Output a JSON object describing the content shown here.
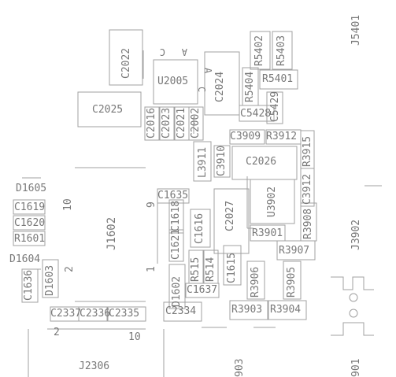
{
  "colors": {
    "background": "#ffffff",
    "silkscreen": "#787878",
    "outline": "#a0a0a0"
  },
  "labels": {
    "C2022": "C2022",
    "U2005": "U2005",
    "C2024": "C2024",
    "R5402": "R5402",
    "R5403": "R5403",
    "R5401": "R5401",
    "R5404": "R5404",
    "C5428": "C5428",
    "C5429": "C5429",
    "J5401": "J5401",
    "C2025": "C2025",
    "C2016": "C2016",
    "C2023": "C2023",
    "C2021": "C2021",
    "C2002": "C2002",
    "C3909": "C3909",
    "R3912": "R3912",
    "R3915": "R3915",
    "L3911": "L3911",
    "C3910": "C3910",
    "C2026": "C2026",
    "C3912": "C3912",
    "U3902": "U3902",
    "R3908": "R3908",
    "D1605": "D1605",
    "C1619": "C1619",
    "C1620": "C1620",
    "R1601": "R1601",
    "D1604": "D1604",
    "C1636": "C1636",
    "D1603": "D1603",
    "J1602": "J1602",
    "C1635": "C1635",
    "C1618": "C1618",
    "C1616": "C1616",
    "C2027": "C2027",
    "R3901": "R3901",
    "R3907": "R3907",
    "J3902": "J3902",
    "C1621": "C1621",
    "R515": "R515",
    "R514": "R514",
    "C1615": "C1615",
    "R3906": "R3906",
    "R3905": "R3905",
    "D1602": "D1602",
    "C1637": "C1637",
    "C2334": "C2334",
    "R3903": "R3903",
    "R3904": "R3904",
    "C2337": "C2337",
    "C2336": "C2336",
    "C2335": "C2335",
    "J2306": "J2306",
    "ref_903": "903",
    "ref_901": "901"
  },
  "pins": {
    "p10_left": "10",
    "p9": "9",
    "p2_left": "2",
    "p1": "1",
    "p2_bottom": "2",
    "p10_bottom": "10",
    "pin_a_mark": "A",
    "pin_c_mark": "C",
    "pin_c_mirror": "C",
    "pin_a_mirror": "A"
  }
}
